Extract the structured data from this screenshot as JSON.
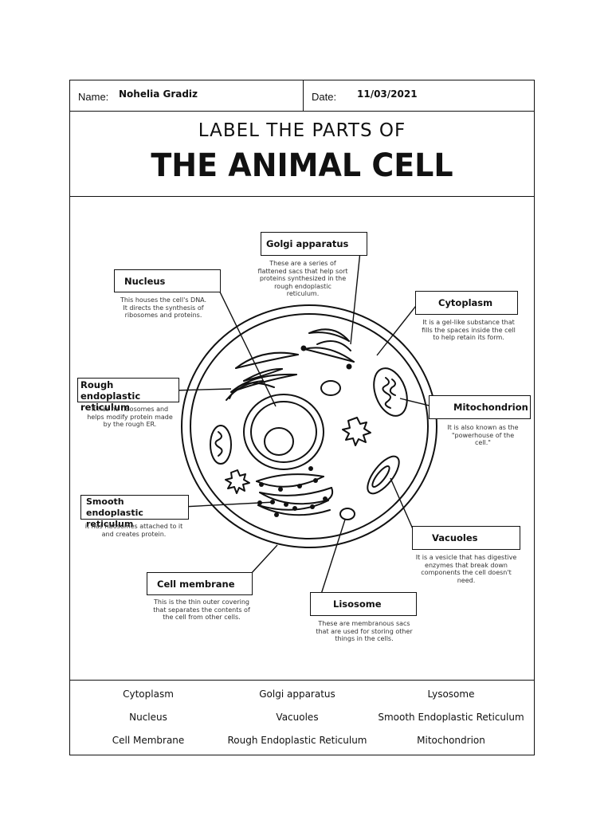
{
  "header": {
    "name_label": "Name:",
    "name_value": "Nohelia Gradiz",
    "date_label": "Date:",
    "date_value": "11/03/2021"
  },
  "title": {
    "line1": "LABEL THE PARTS OF",
    "line2": "THE ANIMAL CELL"
  },
  "labels": {
    "golgi": {
      "name": "Golgi apparatus",
      "desc": [
        "These are a series of",
        "flattened sacs that help sort",
        "proteins synthesized in the",
        "rough endoplastic",
        "reticulum."
      ]
    },
    "nucleus": {
      "name": "Nucleus",
      "desc": [
        "This houses the cell's DNA.",
        "It directs the synthesis of",
        "ribosomes and proteins."
      ]
    },
    "cytoplasm": {
      "name": "Cytoplasm",
      "desc": [
        "It is a gel-like substance that",
        "fills the spaces inside the cell",
        "to help retain its form."
      ]
    },
    "rough_er": {
      "name_line1": "Rough endoplastic",
      "name_line2": "reticulum",
      "desc": [
        "It has no ribosomes and",
        "helps modify protein made",
        "by the rough ER."
      ]
    },
    "mitochondrion": {
      "name": "Mitochondrion",
      "desc": [
        "It is also known as the",
        "\"powerhouse of the",
        "cell.\""
      ]
    },
    "smooth_er": {
      "name_line1": "Smooth endoplastic",
      "name_line2": "reticulum",
      "desc": [
        "it has ribosomes attached to it",
        "and creates protein."
      ]
    },
    "vacuoles": {
      "name": "Vacuoles",
      "desc": [
        "It is a vesicle that has digestive",
        "enzymes that break down",
        "components the cell doesn't",
        "need."
      ]
    },
    "cell_membrane": {
      "name": "Cell membrane",
      "desc": [
        "This is the thin outer covering",
        "that separates the contents of",
        "the cell from other cells."
      ]
    },
    "lisosome": {
      "name": "Lisosome",
      "desc": [
        "These are membranous sacs",
        "that are used for storing other",
        "things in the cells."
      ]
    }
  },
  "word_bank": [
    [
      "Cytoplasm",
      "Golgi apparatus",
      "Lysosome"
    ],
    [
      "Nucleus",
      "Vacuoles",
      "Smooth Endoplastic Reticulum"
    ],
    [
      "Cell Membrane",
      "Rough Endoplastic Reticulum",
      "Mitochondrion"
    ]
  ]
}
